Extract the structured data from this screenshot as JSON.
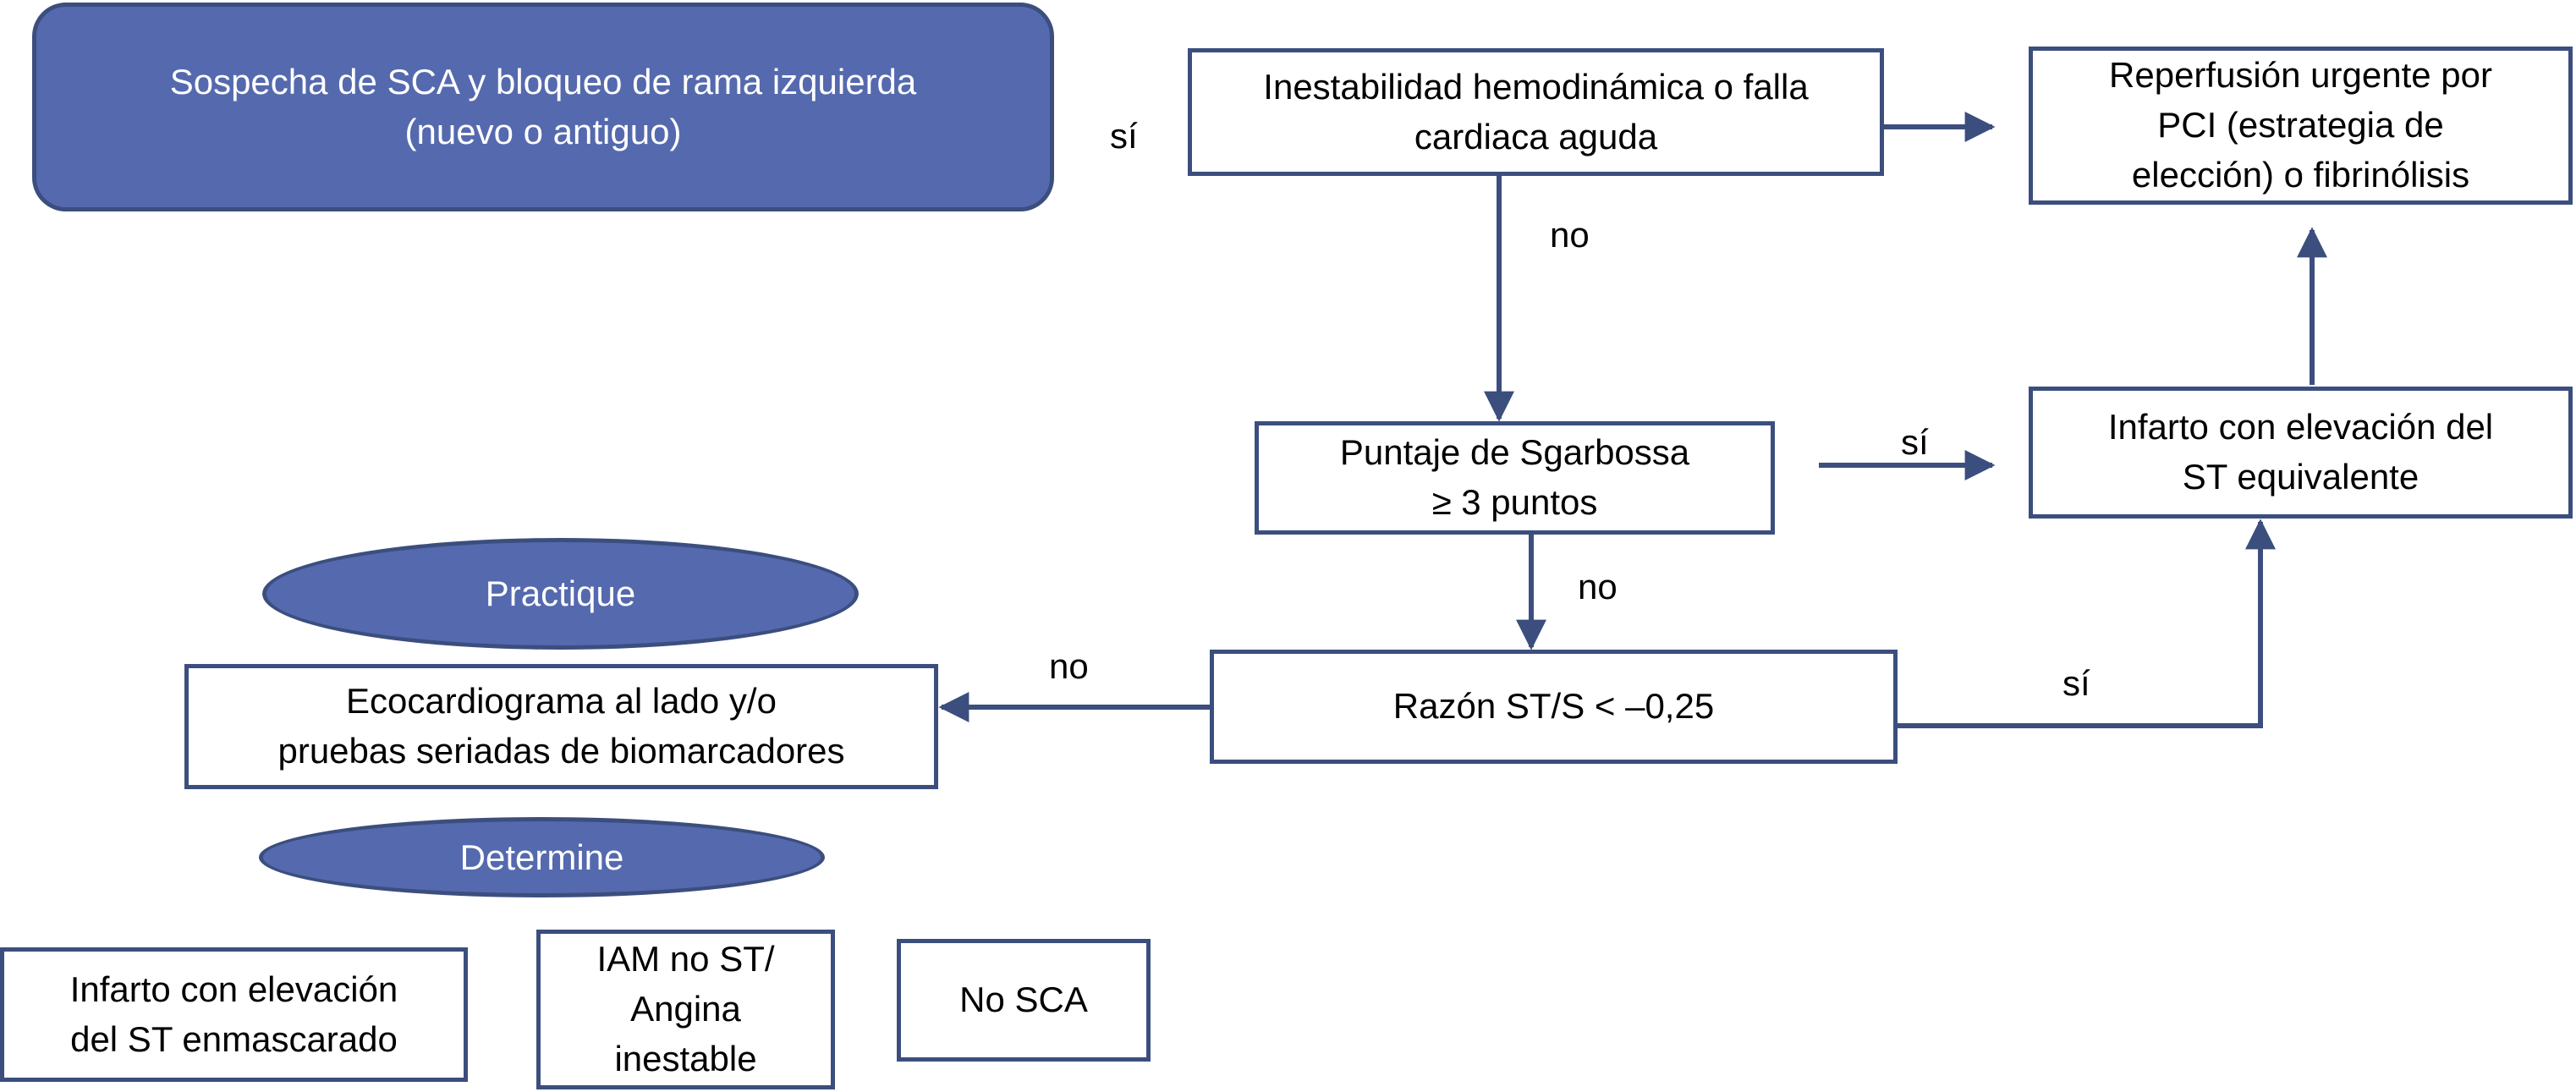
{
  "nodes": {
    "start": "Sospecha de SCA y bloqueo de rama izquierda\n(nuevo o antiguo)",
    "instability": "Inestabilidad hemodinámica o falla\ncardiaca aguda",
    "reperfusion": "Reperfusión urgente por\nPCI (estrategia de\nelección) o fibrinólisis",
    "sgarbossa": "Puntaje de Sgarbossa\n≥ 3 puntos",
    "stemi_equiv": "Infarto con elevación del\nST equivalente",
    "st_s_ratio": "Razón ST/S < –0,25",
    "echo": "Ecocardiograma al lado y/o\npruebas seriadas de biomarcadores",
    "practique": "Practique",
    "determine": "Determine",
    "masked_stemi": "Infarto con elevación\ndel ST enmascarado",
    "nstemi": "IAM no ST/\nAngina\ninestable",
    "no_sca": "No SCA"
  },
  "edge_labels": {
    "si_start": "sí",
    "no_instability": "no",
    "si_sgarbossa": "sí",
    "no_sgarbossa": "no",
    "no_ratio": "no",
    "si_ratio": "sí"
  },
  "colors": {
    "fill_blue": "#5569ae",
    "stroke": "#3b4e7e"
  }
}
